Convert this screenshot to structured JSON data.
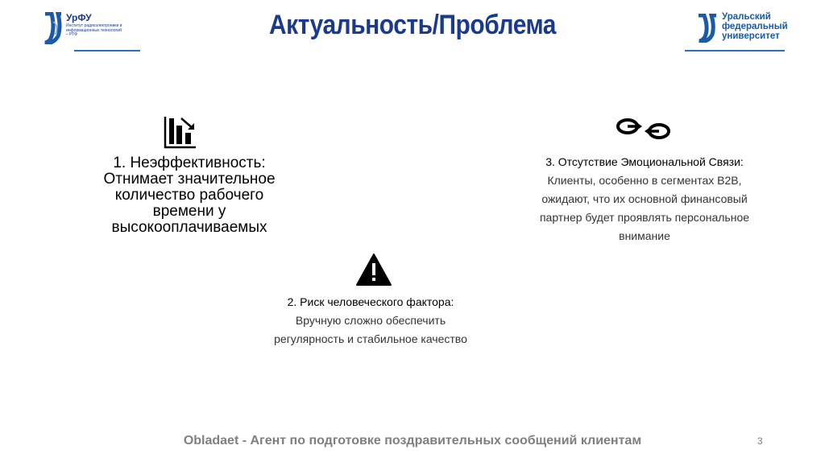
{
  "header": {
    "title": "Актуальность/Проблема",
    "logo_left": {
      "name": "УрФУ",
      "subtitle": "Институт радиоэлектроники и информационных технологий – РТФ"
    },
    "logo_right": {
      "line1": "Уральский",
      "line2": "федеральный",
      "line3": "университет"
    },
    "accent_color": "#1a3a8f"
  },
  "points": [
    {
      "icon": "declining-bar-chart-icon",
      "heading": "1. Неэффективность:",
      "lines": [
        "Отнимает значительное",
        "количество рабочего",
        "времени у",
        "высокооплачиваемых"
      ]
    },
    {
      "icon": "warning-triangle-icon",
      "heading": "2. Риск человеческого фактора:",
      "lines": [
        "Вручную сложно обеспечить",
        "регулярность и стабильное качество"
      ]
    },
    {
      "icon": "broken-chain-link-icon",
      "heading": "3. Отсутствие Эмоциональной Связи:",
      "lines": [
        "Клиенты, особенно в сегментах B2B,",
        "ожидают, что их основной финансовый",
        "партнер будет проявлять персональное",
        "внимание"
      ]
    }
  ],
  "footer": {
    "text": "Obladaet - Агент по подготовке поздравительных сообщений клиентам",
    "page_number": "3"
  }
}
